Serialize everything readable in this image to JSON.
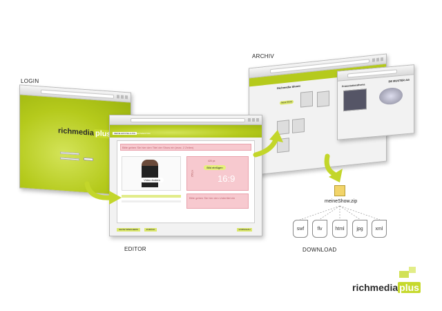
{
  "labels": {
    "login": "LOGIN",
    "editor": "EDITOR",
    "archiv": "ARCHIV",
    "download": "DOWNLOAD"
  },
  "brand": {
    "name_left": "richmedia",
    "name_right": "plus",
    "accent": "#c6d92c"
  },
  "editor": {
    "tab1": "MEINE EINSTELLUNG",
    "tab2": "SHOWEDITOR",
    "title_placeholder": "Bitte geben Sie hier den Titel der Show ein (max. 2 Zeilen)",
    "video_button": "Video ändern",
    "image_button": "Bild einfügen",
    "aspect": "16:9",
    "dim_top": "420 px",
    "dim_side": "256 px",
    "subtitle_placeholder": "Bitte geben Sie hier den Untertitel ein",
    "bottom_btn1": "SHOW SPEICHERN",
    "bottom_btn2": "ZURÜCK",
    "bottom_btn3": "VORSCHAU"
  },
  "archiv": {
    "heading": "Richmedia Shows",
    "new_button": "Neue Show",
    "popup_title": "Präsentationsthema",
    "popup_brand": "DE MUSTER AG"
  },
  "download": {
    "zip_name": "meineShow.zip",
    "files": [
      "swf",
      "flv",
      "html",
      "jpg",
      "xml"
    ]
  }
}
